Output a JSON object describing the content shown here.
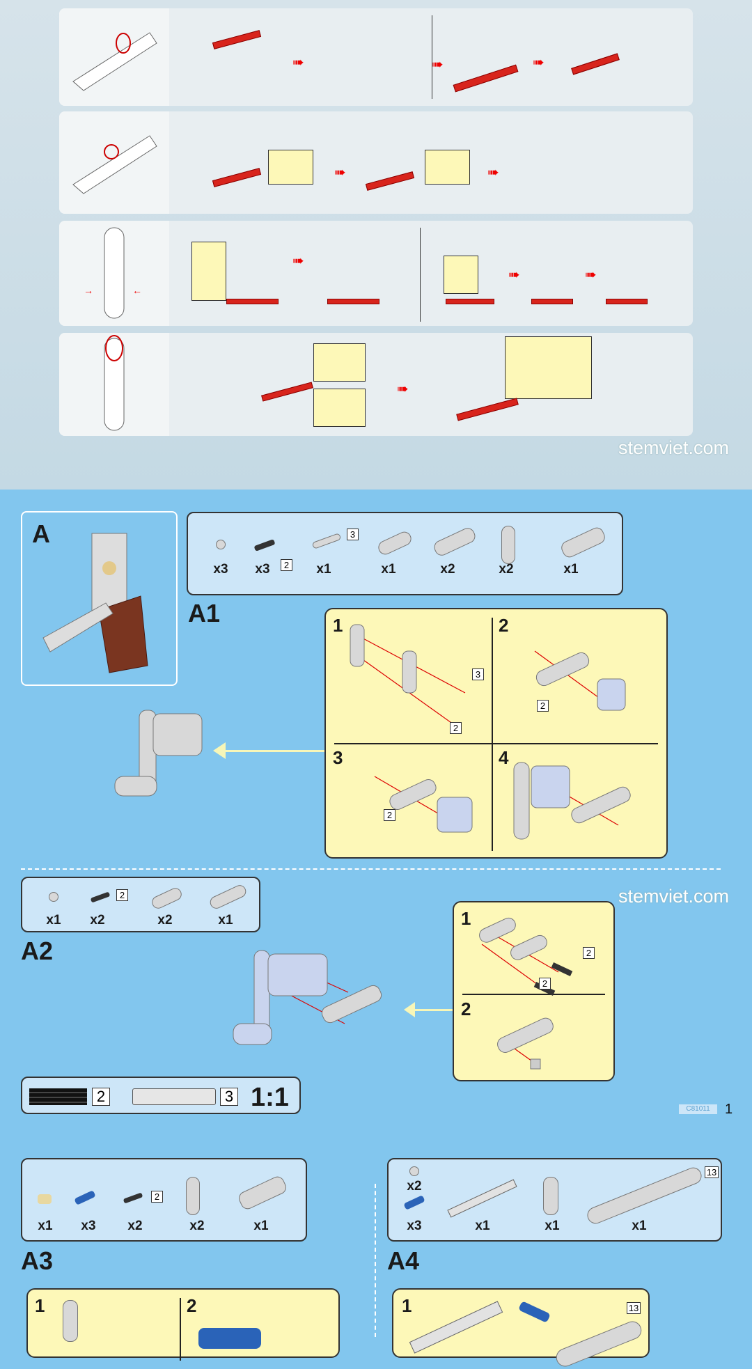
{
  "watermark": "stemviet.com",
  "sections": {
    "A": {
      "label": "A"
    },
    "A1": {
      "label": "A1",
      "parts": [
        {
          "qty": "x3"
        },
        {
          "qty": "x3",
          "tag": "2"
        },
        {
          "qty": "x1",
          "tag": "3"
        },
        {
          "qty": "x1"
        },
        {
          "qty": "x2"
        },
        {
          "qty": "x2"
        },
        {
          "qty": "x1"
        }
      ],
      "steps": [
        "1",
        "2",
        "3",
        "4"
      ],
      "step_tags": [
        "3",
        "2",
        "2",
        "2"
      ]
    },
    "A2": {
      "label": "A2",
      "parts": [
        {
          "qty": "x1"
        },
        {
          "qty": "x2",
          "tag": "2"
        },
        {
          "qty": "x2"
        },
        {
          "qty": "x1"
        }
      ],
      "steps": [
        "1",
        "2"
      ],
      "step_tags": [
        "2",
        "2"
      ]
    },
    "A3": {
      "label": "A3",
      "parts": [
        {
          "qty": "x1"
        },
        {
          "qty": "x3"
        },
        {
          "qty": "x2",
          "tag": "2"
        },
        {
          "qty": "x2"
        },
        {
          "qty": "x1"
        }
      ],
      "steps": [
        "1",
        "2"
      ]
    },
    "A4": {
      "label": "A4",
      "parts": [
        {
          "qty": "x2"
        },
        {
          "qty": "x3"
        },
        {
          "qty": "x1"
        },
        {
          "qty": "x1"
        },
        {
          "qty": "x1",
          "tag": "13"
        }
      ],
      "steps": [
        "1"
      ],
      "step_tags": [
        "13"
      ]
    }
  },
  "scale_ref": {
    "tag1": "2",
    "tag2": "3",
    "ratio": "1:1"
  },
  "footer": {
    "code": "C81011",
    "page": "1"
  },
  "colors": {
    "background": "#82c6ee",
    "panel": "#cde6f8",
    "step_panel": "#fdf8b8",
    "part_red": "#d8241c"
  }
}
